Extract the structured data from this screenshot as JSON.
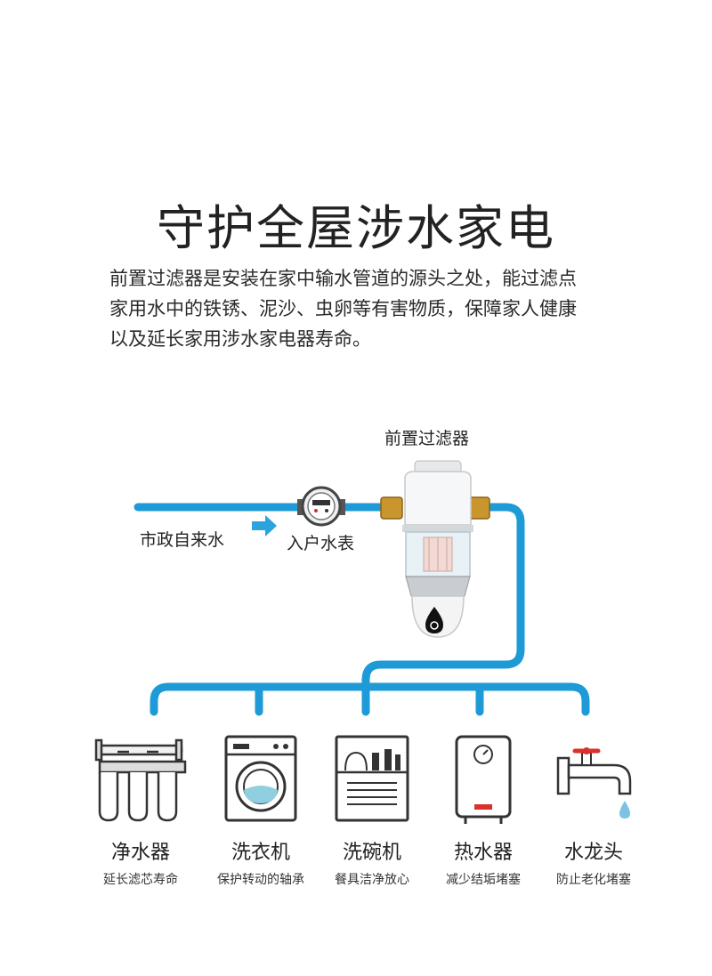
{
  "title": "守护全屋涉水家电",
  "description": [
    "前置过滤器是安装在家中输水管道的源头之处，能过滤点",
    "家用水中的铁锈、泥沙、虫卵等有害物质，保障家人健康",
    "以及延长家用涉水家电器寿命。"
  ],
  "labels": {
    "filter": "前置过滤器",
    "source": "市政自来水",
    "meter": "入户水表"
  },
  "appliances": [
    {
      "name": "净水器",
      "benefit": "延长滤芯寿命",
      "icon": "water-purifier-icon"
    },
    {
      "name": "洗衣机",
      "benefit": "保护转动的轴承",
      "icon": "washing-machine-icon"
    },
    {
      "name": "洗碗机",
      "benefit": "餐具洁净放心",
      "icon": "dishwasher-icon"
    },
    {
      "name": "热水器",
      "benefit": "减少结垢堵塞",
      "icon": "water-heater-icon"
    },
    {
      "name": "水龙头",
      "benefit": "防止老化堵塞",
      "icon": "faucet-icon"
    }
  ],
  "colors": {
    "pipe": "#1e9ad6",
    "arrow": "#2aa3df",
    "accent_red": "#d9322b"
  }
}
